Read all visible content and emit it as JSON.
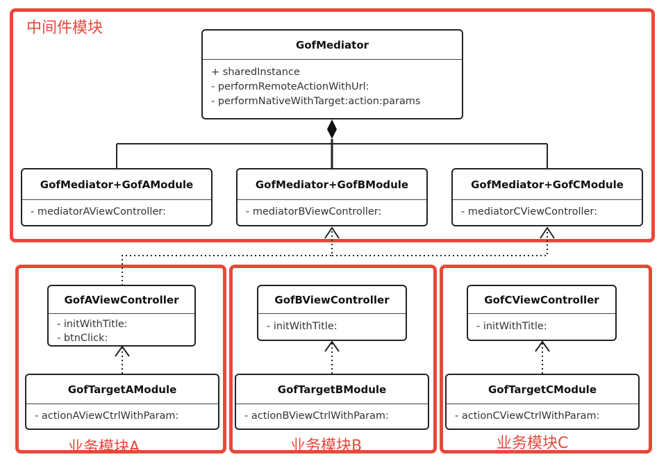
{
  "regions": {
    "middleware": "中间件模块",
    "business_a": "业务模块A",
    "business_b": "业务模块B",
    "business_c": "业务模块C"
  },
  "classes": {
    "gof_mediator": {
      "name": "GofMediator",
      "members": [
        "+ sharedInstance",
        "- performRemoteActionWithUrl:",
        "- performNativeWithTarget:action:params"
      ]
    },
    "category_a": {
      "name": "GofMediator+GofAModule",
      "members": [
        "- mediatorAViewController:"
      ]
    },
    "category_b": {
      "name": "GofMediator+GofBModule",
      "members": [
        "- mediatorBViewController:"
      ]
    },
    "category_c": {
      "name": "GofMediator+GofCModule",
      "members": [
        "- mediatorCViewController:"
      ]
    },
    "view_controller_a": {
      "name": "GofAViewController",
      "members": [
        "- initWithTitle:",
        "- btnClick:"
      ]
    },
    "view_controller_b": {
      "name": "GofBViewController",
      "members": [
        "- initWithTitle:"
      ]
    },
    "view_controller_c": {
      "name": "GofCViewController",
      "members": [
        "- initWithTitle:"
      ]
    },
    "target_a": {
      "name": "GofTargetAModule",
      "members": [
        "- actionAViewCtrlWithParam:"
      ]
    },
    "target_b": {
      "name": "GofTargetBModule",
      "members": [
        "- actionBViewCtrlWithParam:"
      ]
    },
    "target_c": {
      "name": "GofTargetCModule",
      "members": [
        "- actionCViewCtrlWithParam:"
      ]
    }
  },
  "colors": {
    "region_border": "#e8483a",
    "line": "#222222"
  }
}
